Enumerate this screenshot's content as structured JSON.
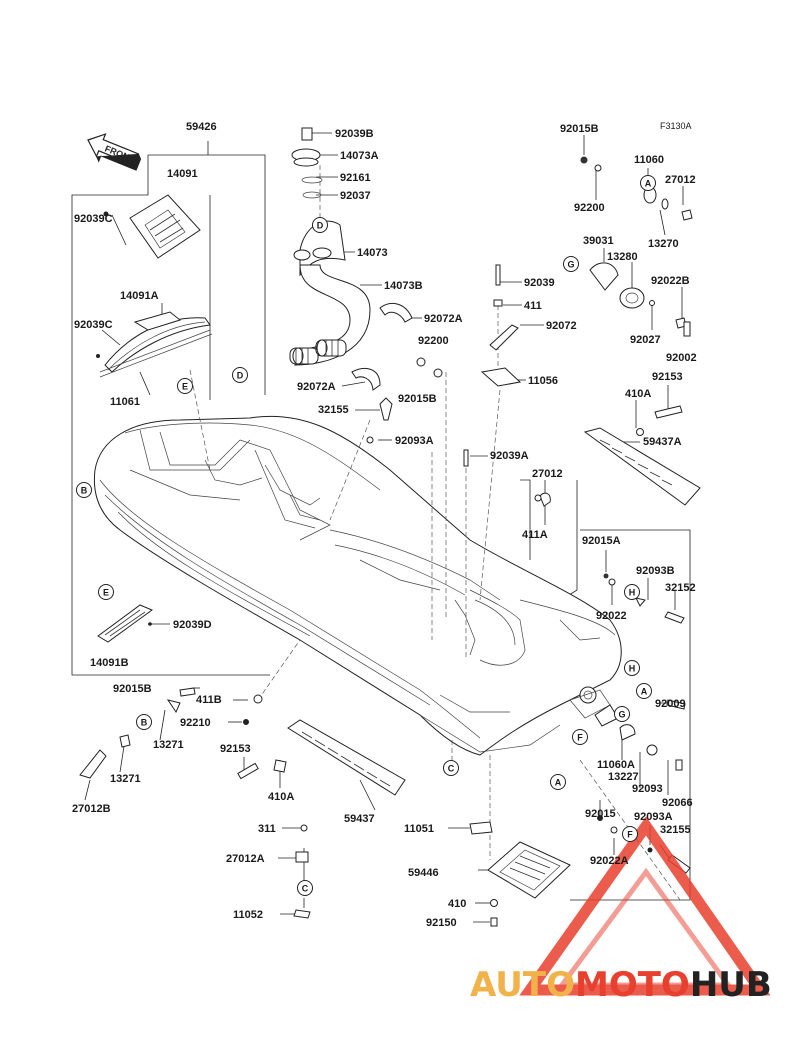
{
  "figure_code": "F3130A",
  "front_label": "FRONT",
  "watermark": {
    "part1": "AUTO",
    "part2": "MOTO",
    "part3": "HUB",
    "color1": "#f2b24a",
    "color2": "#e8402e",
    "color3": "#222222"
  },
  "part_labels": [
    {
      "id": "59426",
      "text": "59426"
    },
    {
      "id": "14091",
      "text": "14091"
    },
    {
      "id": "92039C_a",
      "text": "92039C"
    },
    {
      "id": "14091A",
      "text": "14091A"
    },
    {
      "id": "92039C_b",
      "text": "92039C"
    },
    {
      "id": "11061",
      "text": "11061"
    },
    {
      "id": "92039B",
      "text": "92039B"
    },
    {
      "id": "14073A",
      "text": "14073A"
    },
    {
      "id": "92161",
      "text": "92161"
    },
    {
      "id": "92037",
      "text": "92037"
    },
    {
      "id": "14073",
      "text": "14073"
    },
    {
      "id": "14073B",
      "text": "14073B"
    },
    {
      "id": "92072A_a",
      "text": "92072A"
    },
    {
      "id": "92072A_b",
      "text": "92072A"
    },
    {
      "id": "32155_a",
      "text": "32155"
    },
    {
      "id": "92093A_a",
      "text": "92093A"
    },
    {
      "id": "92200_a",
      "text": "92200"
    },
    {
      "id": "92015B_a",
      "text": "92015B"
    },
    {
      "id": "92039",
      "text": "92039"
    },
    {
      "id": "411_a",
      "text": "411"
    },
    {
      "id": "92072",
      "text": "92072"
    },
    {
      "id": "11056",
      "text": "11056"
    },
    {
      "id": "92015B_b",
      "text": "92015B"
    },
    {
      "id": "11060",
      "text": "11060"
    },
    {
      "id": "27012_a",
      "text": "27012"
    },
    {
      "id": "92200_b",
      "text": "92200"
    },
    {
      "id": "13270",
      "text": "13270"
    },
    {
      "id": "39031",
      "text": "39031"
    },
    {
      "id": "13280",
      "text": "13280"
    },
    {
      "id": "92022B",
      "text": "92022B"
    },
    {
      "id": "92027",
      "text": "92027"
    },
    {
      "id": "92002",
      "text": "92002"
    },
    {
      "id": "92153_a",
      "text": "92153"
    },
    {
      "id": "410A_a",
      "text": "410A"
    },
    {
      "id": "59437A",
      "text": "59437A"
    },
    {
      "id": "92039A",
      "text": "92039A"
    },
    {
      "id": "27012_b",
      "text": "27012"
    },
    {
      "id": "411A",
      "text": "411A"
    },
    {
      "id": "92015A",
      "text": "92015A"
    },
    {
      "id": "92093B",
      "text": "92093B"
    },
    {
      "id": "32152",
      "text": "32152"
    },
    {
      "id": "92022",
      "text": "92022"
    },
    {
      "id": "92039D",
      "text": "92039D"
    },
    {
      "id": "14091B",
      "text": "14091B"
    },
    {
      "id": "92015B_c",
      "text": "92015B"
    },
    {
      "id": "411B",
      "text": "411B"
    },
    {
      "id": "92210",
      "text": "92210"
    },
    {
      "id": "13271_a",
      "text": "13271"
    },
    {
      "id": "13271_b",
      "text": "13271"
    },
    {
      "id": "27012B",
      "text": "27012B"
    },
    {
      "id": "92153_b",
      "text": "92153"
    },
    {
      "id": "410A_b",
      "text": "410A"
    },
    {
      "id": "59437",
      "text": "59437"
    },
    {
      "id": "92009",
      "text": "92009"
    },
    {
      "id": "11060A",
      "text": "11060A"
    },
    {
      "id": "13227",
      "text": "13227"
    },
    {
      "id": "92093",
      "text": "92093"
    },
    {
      "id": "92066",
      "text": "92066"
    },
    {
      "id": "92015",
      "text": "92015"
    },
    {
      "id": "92093A_b",
      "text": "92093A"
    },
    {
      "id": "32155_b",
      "text": "32155"
    },
    {
      "id": "92022A",
      "text": "92022A"
    },
    {
      "id": "311",
      "text": "311"
    },
    {
      "id": "27012A",
      "text": "27012A"
    },
    {
      "id": "11052",
      "text": "11052"
    },
    {
      "id": "11051",
      "text": "11051"
    },
    {
      "id": "59446",
      "text": "59446"
    },
    {
      "id": "410",
      "text": "410"
    },
    {
      "id": "92150",
      "text": "92150"
    }
  ],
  "callouts": [
    {
      "id": "A_1",
      "letter": "A"
    },
    {
      "id": "A_2",
      "letter": "A"
    },
    {
      "id": "A_3",
      "letter": "A"
    },
    {
      "id": "B_1",
      "letter": "B"
    },
    {
      "id": "B_2",
      "letter": "B"
    },
    {
      "id": "C_1",
      "letter": "C"
    },
    {
      "id": "C_2",
      "letter": "C"
    },
    {
      "id": "D_1",
      "letter": "D"
    },
    {
      "id": "D_2",
      "letter": "D"
    },
    {
      "id": "E_1",
      "letter": "E"
    },
    {
      "id": "E_2",
      "letter": "E"
    },
    {
      "id": "F_1",
      "letter": "F"
    },
    {
      "id": "F_2",
      "letter": "F"
    },
    {
      "id": "G_1",
      "letter": "G"
    },
    {
      "id": "G_2",
      "letter": "G"
    },
    {
      "id": "H_1",
      "letter": "H"
    },
    {
      "id": "H_2",
      "letter": "H"
    }
  ]
}
